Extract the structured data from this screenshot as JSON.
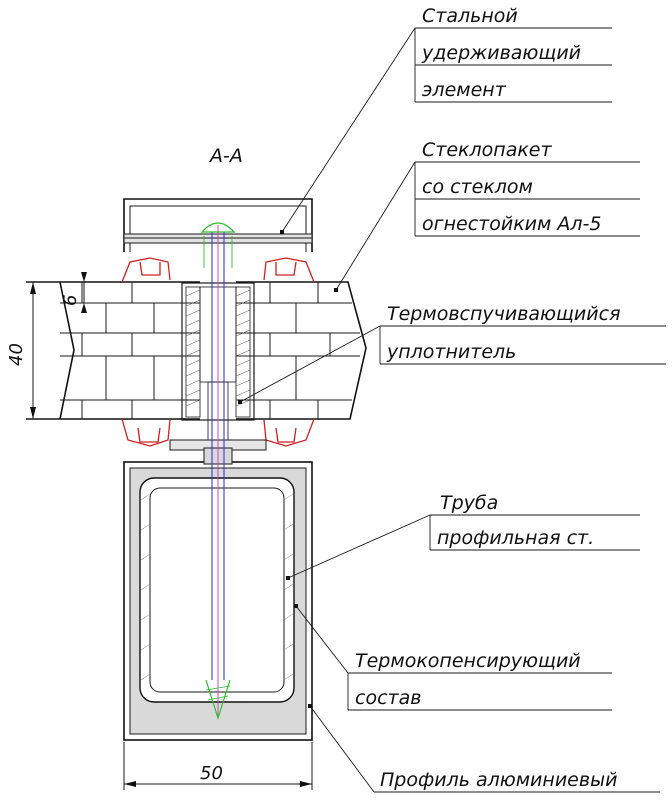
{
  "section_title": "А-А",
  "callouts": [
    {
      "lines": [
        "Стальной",
        "удерживающий",
        "элемент"
      ]
    },
    {
      "lines": [
        "Стеклопакет",
        "со стеклом",
        "огнестойким Ал-5"
      ]
    },
    {
      "lines": [
        "Термовспучивающийся",
        "уплотнитель"
      ]
    },
    {
      "lines": [
        "Труба",
        "профильная ст."
      ]
    },
    {
      "lines": [
        "Термокопенсирующий",
        "состав"
      ]
    },
    {
      "lines": [
        "Профиль алюминиевый"
      ]
    }
  ],
  "dimensions": {
    "overall_thickness": "40",
    "pane_thickness": "6",
    "profile_width": "50"
  },
  "colors": {
    "line": "#1a1a1a",
    "seal_red": "#cc2222",
    "fill_gray": "#d9d9d9",
    "screw_green": "#2bbf2b",
    "screw_blue": "#3a3ad8",
    "screw_magenta": "#c23ac2"
  }
}
